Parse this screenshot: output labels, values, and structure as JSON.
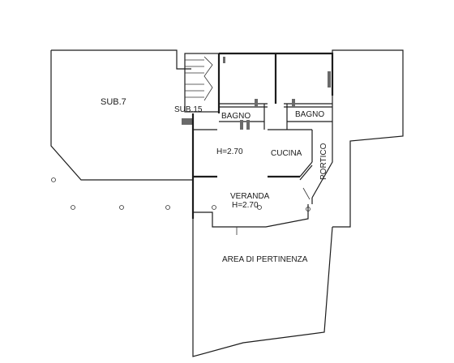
{
  "labels": {
    "sub7": "SUB.7",
    "sub15": "SUB.15",
    "bagno_left": "BAGNO",
    "bagno_right": "BAGNO",
    "height_room": "H=2.70",
    "cucina": "CUCINA",
    "portico": "PORTICO",
    "veranda": "VERANDA",
    "veranda_height": "H=2.70",
    "area": "AREA DI PERTINENZA"
  },
  "colors": {
    "line": "#1c1c1c",
    "hatch": "#6a6a6a",
    "background": "#ffffff"
  }
}
